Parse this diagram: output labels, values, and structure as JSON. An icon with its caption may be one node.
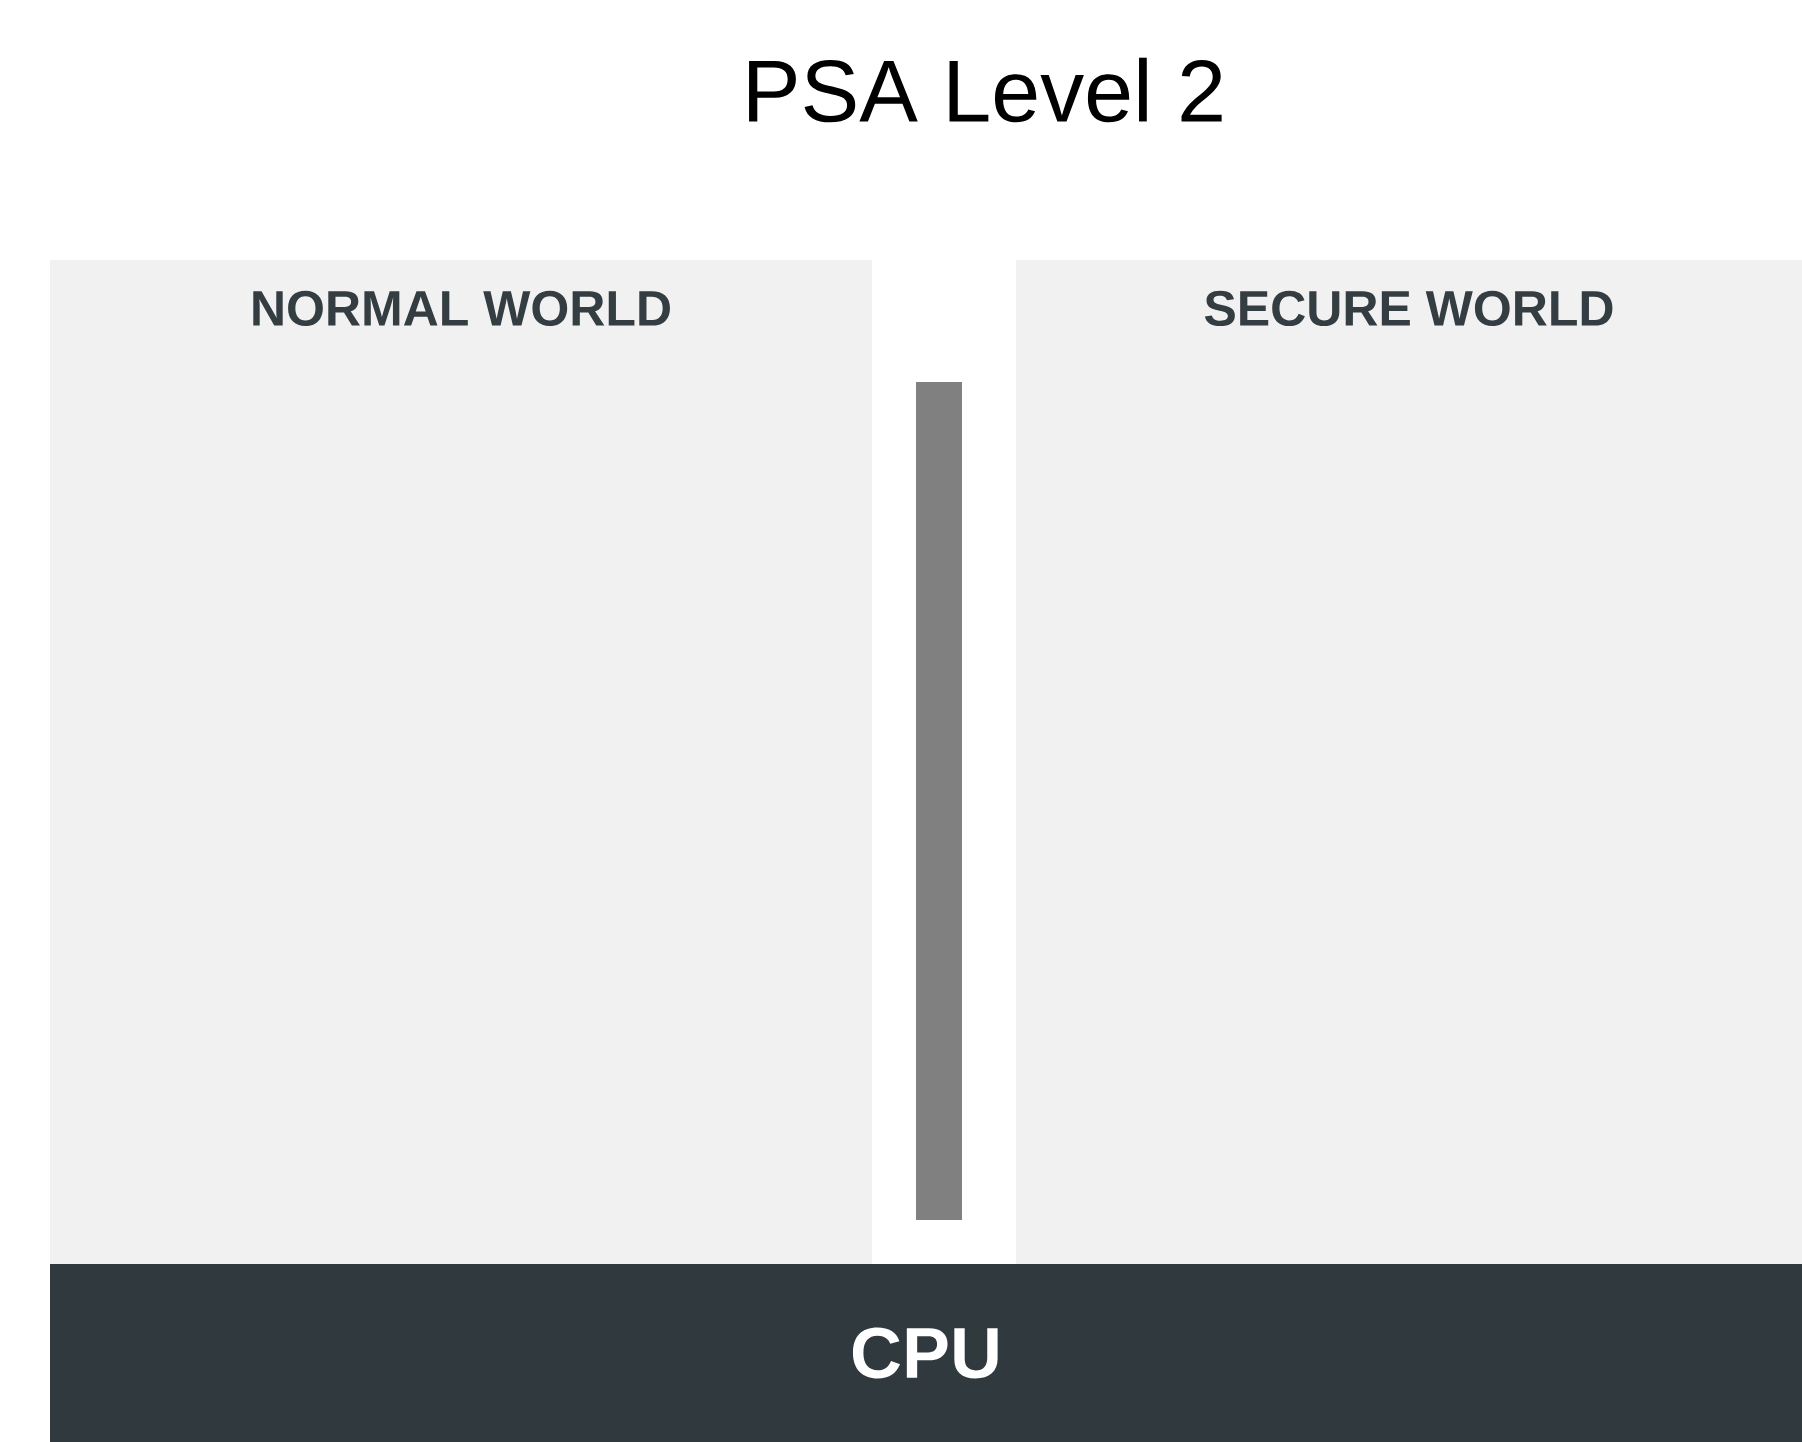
{
  "diagram": {
    "title": "PSA Level 2",
    "nodes": [
      {
        "text": [
          "NORMAL WORLD"
        ]
      },
      {
        "text": [],
        "shape": "bar"
      },
      {
        "text": [
          "SECURE WORLD"
        ]
      },
      {
        "text": [
          "CPU"
        ]
      }
    ]
  }
}
